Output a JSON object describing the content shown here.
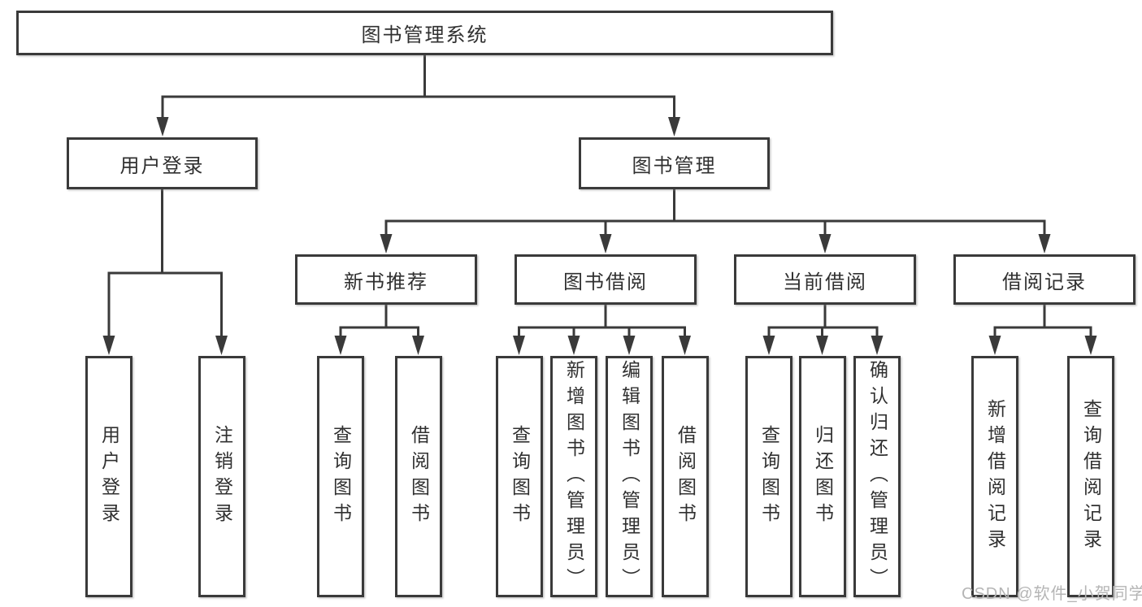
{
  "diagram": {
    "root": {
      "label": "图书管理系统"
    },
    "user_login": {
      "label": "用户登录",
      "children": [
        {
          "label": "用户登录"
        },
        {
          "label": "注销登录"
        }
      ]
    },
    "book_management": {
      "label": "图书管理",
      "branches": [
        {
          "label": "新书推荐",
          "children": [
            {
              "label": "查询图书"
            },
            {
              "label": "借阅图书"
            }
          ]
        },
        {
          "label": "图书借阅",
          "children": [
            {
              "label": "查询图书"
            },
            {
              "label": "新增图书（管理员）"
            },
            {
              "label": "编辑图书（管理员）"
            },
            {
              "label": "借阅图书"
            }
          ]
        },
        {
          "label": "当前借阅",
          "children": [
            {
              "label": "查询图书"
            },
            {
              "label": "归还图书"
            },
            {
              "label": "确认归还（管理员）"
            }
          ]
        },
        {
          "label": "借阅记录",
          "children": [
            {
              "label": "新增借阅记录"
            },
            {
              "label": "查询借阅记录"
            }
          ]
        }
      ]
    }
  },
  "watermark": {
    "text": "CSDN @软件_小贺同学"
  },
  "colors": {
    "line": "#3a3a3a",
    "text": "#303030",
    "watermark": "#b5b5b5",
    "background": "#ffffff"
  }
}
